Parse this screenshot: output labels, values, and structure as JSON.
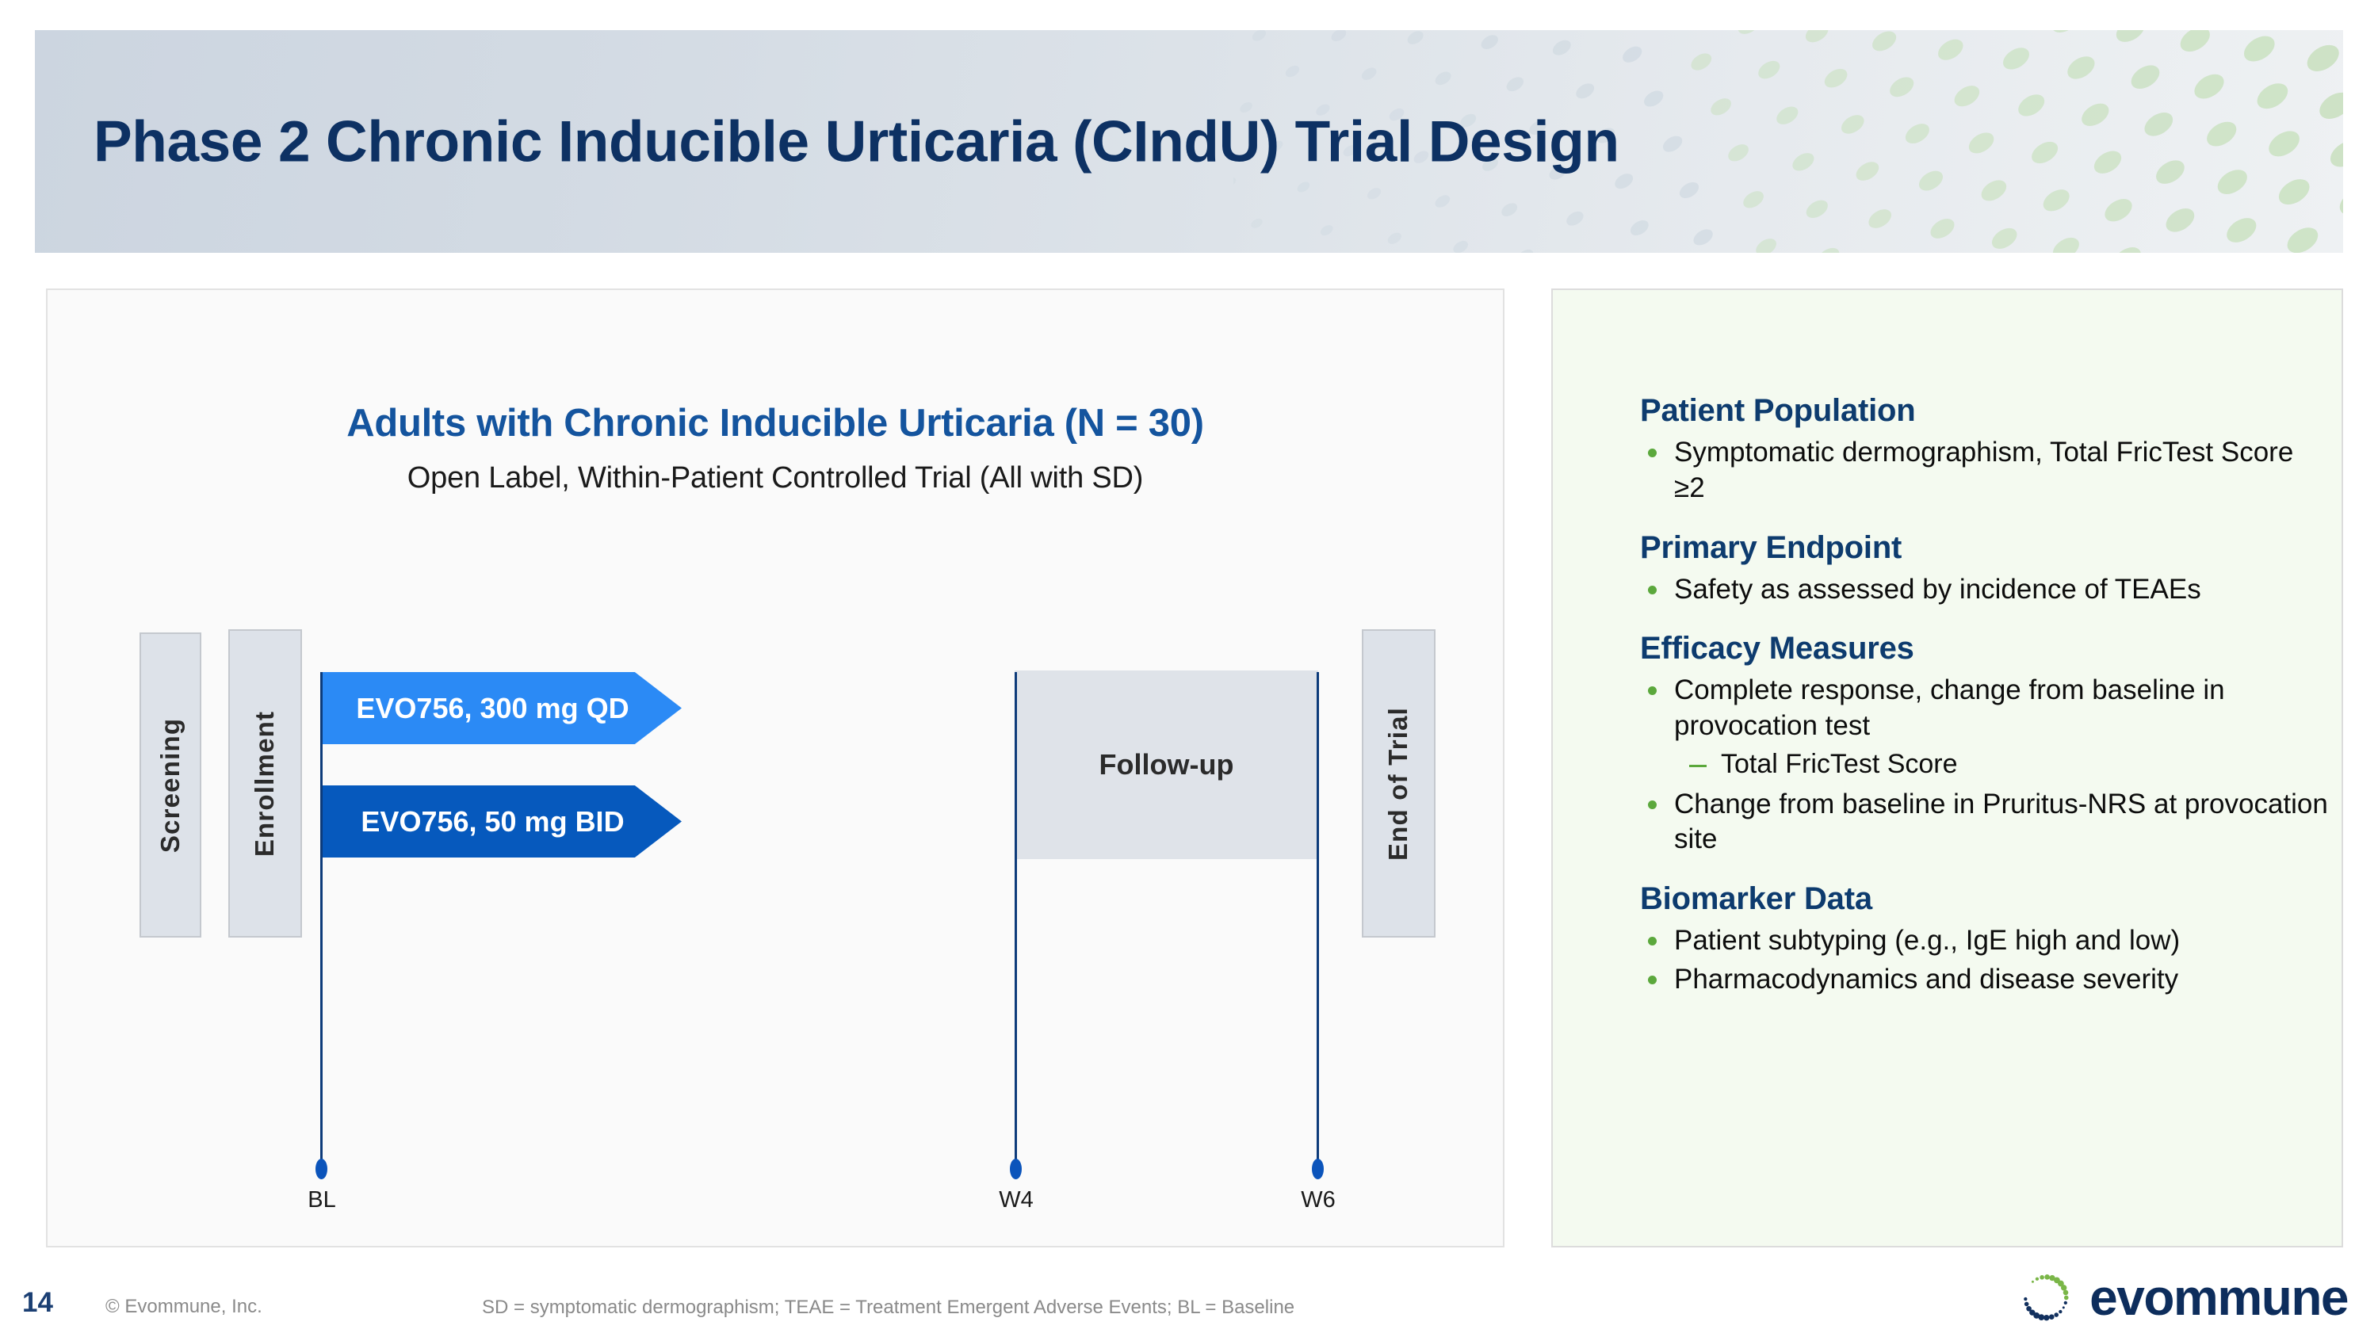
{
  "slide": {
    "title": "Phase 2 Chronic Inducible Urticaria (CIndU) Trial Design",
    "page_number": "14"
  },
  "colors": {
    "title_navy": "#0D3163",
    "heading_blue": "#14549E",
    "section_navy": "#0D3B6E",
    "bullet_green": "#5BA83C",
    "arrow_light_blue": "#2B8AF5",
    "arrow_dark_blue": "#0659BD",
    "phase_box_gray": "#DDE2E9",
    "followup_gray": "#DFE3E9",
    "right_panel_bg": "#F4FAF0",
    "left_panel_bg": "#FAFAFA",
    "title_band_gradient_start": "#CCD5E0",
    "title_band_gradient_end": "#EEF1F3",
    "decor_dot_green": "#C8E0BE",
    "decor_dot_gray": "#C6D2DC"
  },
  "design": {
    "heading": "Adults with Chronic Inducible Urticaria (N = 30)",
    "subheading": "Open Label, Within-Patient Controlled Trial (All with SD)",
    "phase_boxes": [
      {
        "label": "Screening"
      },
      {
        "label": "Enrollment"
      },
      {
        "label": "End of Trial"
      }
    ],
    "treatment_arms": [
      {
        "label": "EVO756, 300 mg QD",
        "color": "#2B8AF5"
      },
      {
        "label": "EVO756, 50 mg BID",
        "color": "#0659BD"
      }
    ],
    "followup_label": "Follow-up",
    "timepoints": [
      {
        "label": "BL"
      },
      {
        "label": "W4"
      },
      {
        "label": "W6"
      }
    ]
  },
  "details": {
    "sections": [
      {
        "heading": "Patient Population",
        "bullets": [
          {
            "text": "Symptomatic dermographism, Total FricTest Score ≥2",
            "sub": []
          }
        ]
      },
      {
        "heading": "Primary Endpoint",
        "bullets": [
          {
            "text": "Safety as assessed by incidence of TEAEs",
            "sub": []
          }
        ]
      },
      {
        "heading": "Efficacy Measures",
        "bullets": [
          {
            "text": "Complete response, change from baseline in provocation test",
            "sub": [
              "Total FricTest Score"
            ]
          },
          {
            "text": "Change from baseline in Pruritus-NRS at provocation site",
            "sub": []
          }
        ]
      },
      {
        "heading": "Biomarker Data",
        "bullets": [
          {
            "text": "Patient subtyping (e.g., IgE high and low)",
            "sub": []
          },
          {
            "text": "Pharmacodynamics and disease severity",
            "sub": []
          }
        ]
      }
    ]
  },
  "footer": {
    "page_number": "14",
    "copyright": "© Evommune, Inc.",
    "abbreviations": "SD = symptomatic dermographism; TEAE = Treatment Emergent Adverse Events; BL = Baseline",
    "logo_wordmark": "evommune"
  }
}
